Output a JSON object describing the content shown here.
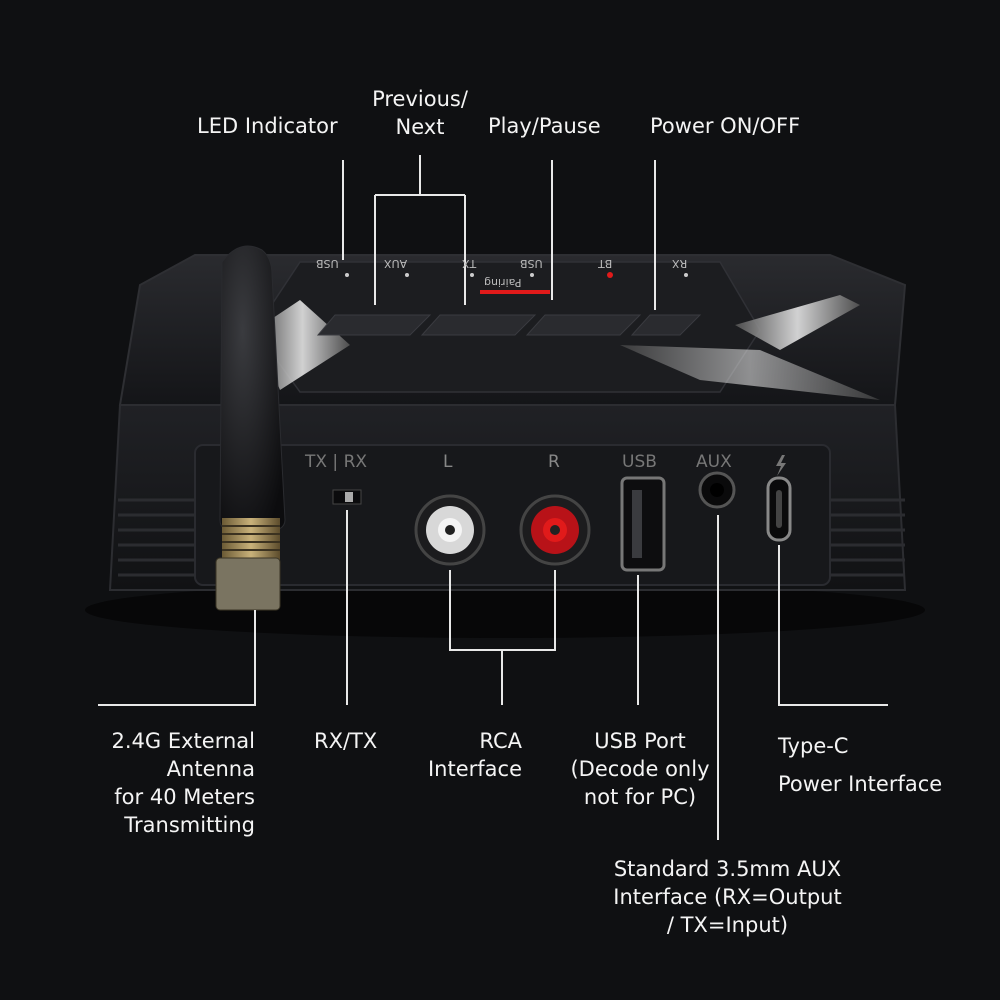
{
  "callouts": {
    "led_indicator": "LED Indicator",
    "previous_next": [
      "Previous/",
      "Next"
    ],
    "play_pause": "Play/Pause",
    "power": "Power ON/OFF",
    "antenna": [
      "2.4G External",
      "Antenna",
      "for 40 Meters",
      "Transmitting"
    ],
    "rx_tx": "RX/TX",
    "rca": [
      "RCA",
      "Interface"
    ],
    "usb_port": [
      "USB Port",
      "(Decode only",
      "not for PC)"
    ],
    "type_c": [
      "Type-C",
      "Power Interface"
    ],
    "aux": [
      "Standard 3.5mm AUX",
      "Interface (RX=Output",
      "/ TX=Input)"
    ]
  },
  "device_markings": {
    "switch": "TX | RX",
    "rca_left": "L",
    "rca_right": "R",
    "usb": "USB",
    "aux": "AUX",
    "top_modes": [
      "USB",
      "AUX",
      "TX",
      "USB",
      "BT",
      "RX"
    ],
    "pairing": "Pairing"
  },
  "colors": {
    "background": "#0f1012",
    "device_body": "#1a1b1e",
    "rca_right_accent": "#d0141c",
    "rca_left_accent": "#e6e6e6",
    "led_red": "#e11a1a"
  }
}
